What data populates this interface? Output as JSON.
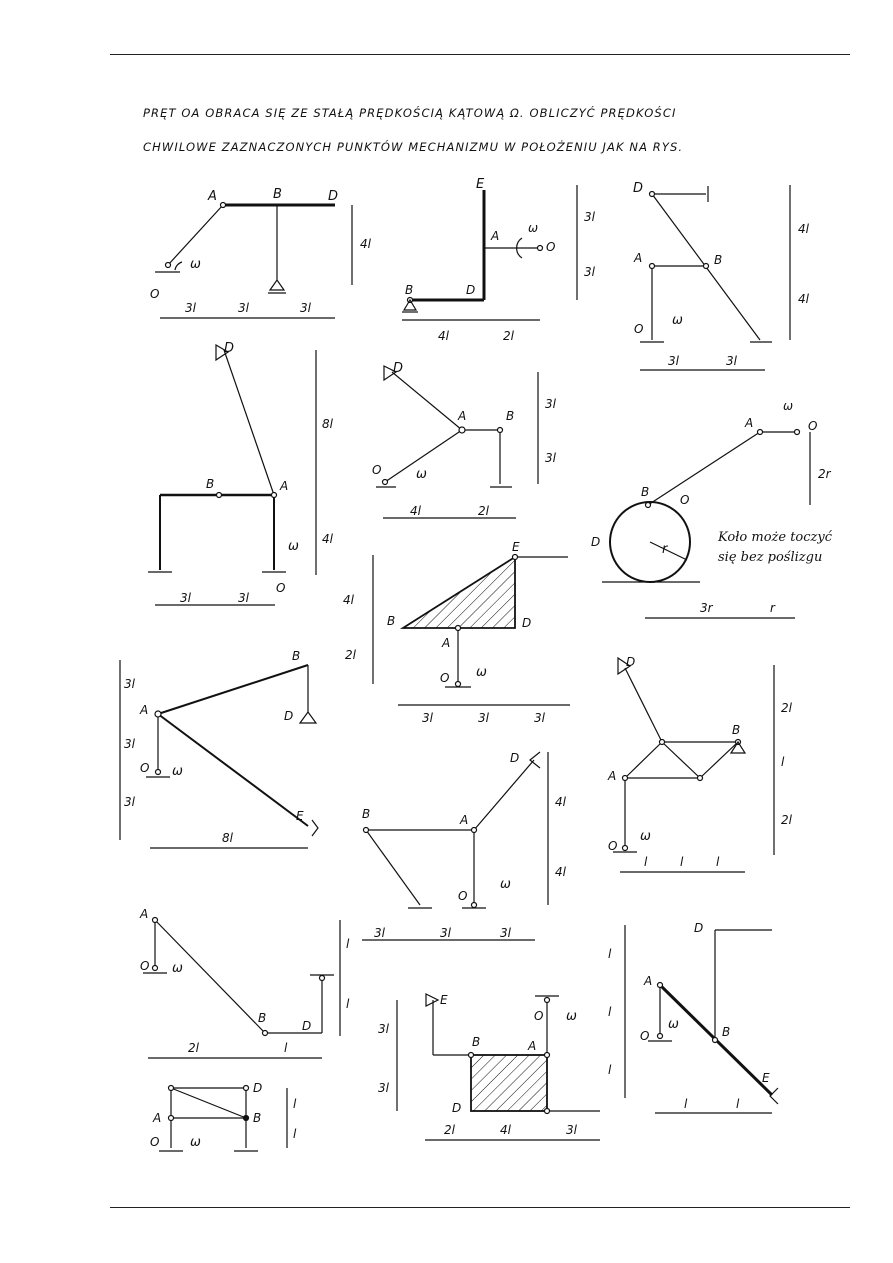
{
  "header": {
    "line1": "PRĘT OA OBRACA SIĘ ZE STAŁĄ PRĘDKOŚCIĄ KĄTOWĄ ω. OBLICZYĆ PRĘDKOŚCI",
    "line2": "CHWILOWE ZAZNACZONYCH PUNKTÓW MECHANIZMU W POŁOŻENIU JAK NA RYS."
  },
  "note": {
    "line1": "Koło może toczyć",
    "line2": "się bez poślizgu"
  },
  "symbols": {
    "omega": "ω"
  },
  "labels": {
    "A": "A",
    "B": "B",
    "D": "D",
    "E": "E",
    "O": "O",
    "r": "r",
    "l": "l",
    "2l": "2l",
    "3l": "3l",
    "4l": "4l",
    "8l": "8l",
    "2r": "2r",
    "3r": "3r"
  }
}
